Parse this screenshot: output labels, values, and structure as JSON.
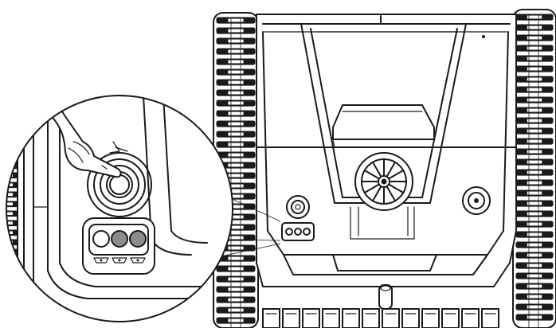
{
  "diagram": {
    "colors": {
      "line": "#1a1a1a",
      "background": "#ffffff",
      "indicator_grey": "#8c8c8c",
      "light_indicator": "#ffffff"
    },
    "indicator_lights": [
      {
        "state": "off",
        "color": "#ffffff"
      },
      {
        "state": "on",
        "color": "#8c8c8c"
      },
      {
        "state": "on",
        "color": "#8c8c8c"
      }
    ],
    "icons": [
      "power-button-icon",
      "pointing-hand-icon",
      "status-light-icon",
      "fan-grille-icon"
    ]
  }
}
